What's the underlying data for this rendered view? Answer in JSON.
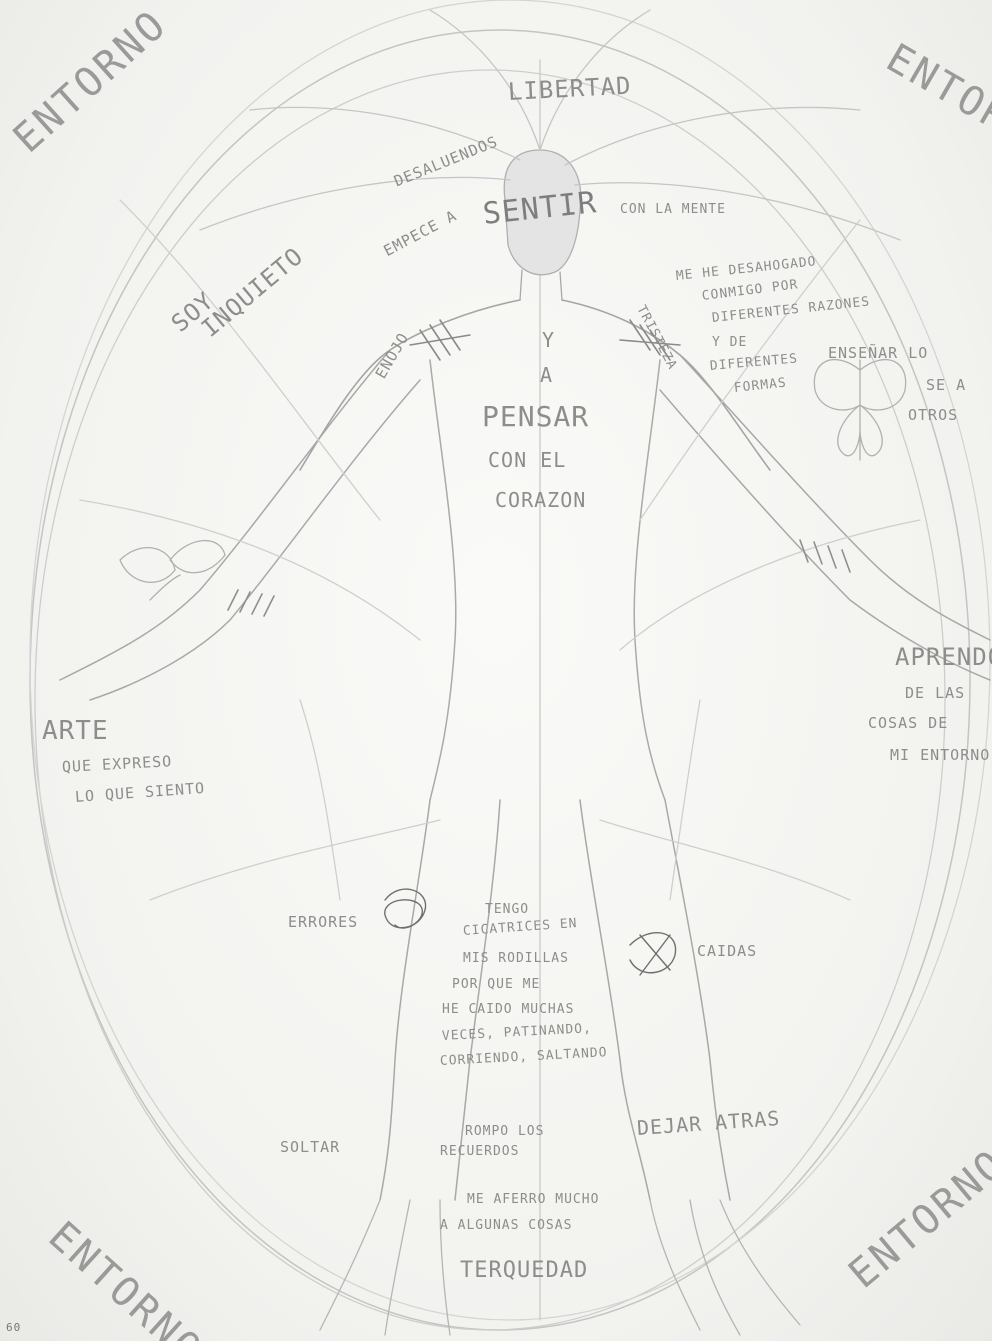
{
  "drawing": {
    "corners": {
      "top_left": "ENTORNO",
      "top_right": "ENTORNO",
      "bottom_left": "ENTORNO",
      "bottom_right": "ENTORNO"
    },
    "head": {
      "libertad": "LIBERTAD",
      "desaluendos": "DESALUENDOS",
      "empece_a": "EMPECE A",
      "sentir": "SENTIR",
      "con_la_mente": "CON LA MENTE"
    },
    "left": {
      "soy": "SOY",
      "inquieto": "INQUIETO",
      "enojo": "ENOJO",
      "arte": "ARTE",
      "que_expreso": "QUE EXPRESO",
      "lo_que_siento": "LO QUE SIENTO"
    },
    "right": {
      "tristeza": "TRISTEZA",
      "desahogo": [
        "ME HE DESAHOGADO",
        "CONMIGO POR",
        "DIFERENTES RAZONES",
        "Y DE",
        "DIFERENTES",
        "FORMAS"
      ],
      "ensenar": [
        "ENSEÑAR LO",
        "SE A",
        "OTROS"
      ],
      "aprendo": [
        "APRENDO",
        "DE LAS",
        "COSAS DE",
        "MI ENTORNO"
      ]
    },
    "center": {
      "y": "Y",
      "a": "A",
      "pensar": "PENSAR",
      "con_el": "CON EL",
      "corazon": "CORAZON"
    },
    "legs": {
      "errores": "ERRORES",
      "caidas": "CAIDAS",
      "cicatrices": [
        "TENGO",
        "CICATRICES EN",
        "MIS RODILLAS",
        "POR QUE ME",
        "HE CAIDO MUCHAS",
        "VECES, PATINANDO,",
        "CORRIENDO, SALTANDO"
      ],
      "soltar": "SOLTAR",
      "rompo": [
        "ROMPO LOS",
        "RECUERDOS"
      ],
      "dejar_atras": "DEJAR ATRAS",
      "me_aferro": [
        "ME AFERRO MUCHO",
        "A ALGUNAS COSAS"
      ],
      "terquedad": "TERQUEDAD"
    },
    "page_number": "60"
  }
}
